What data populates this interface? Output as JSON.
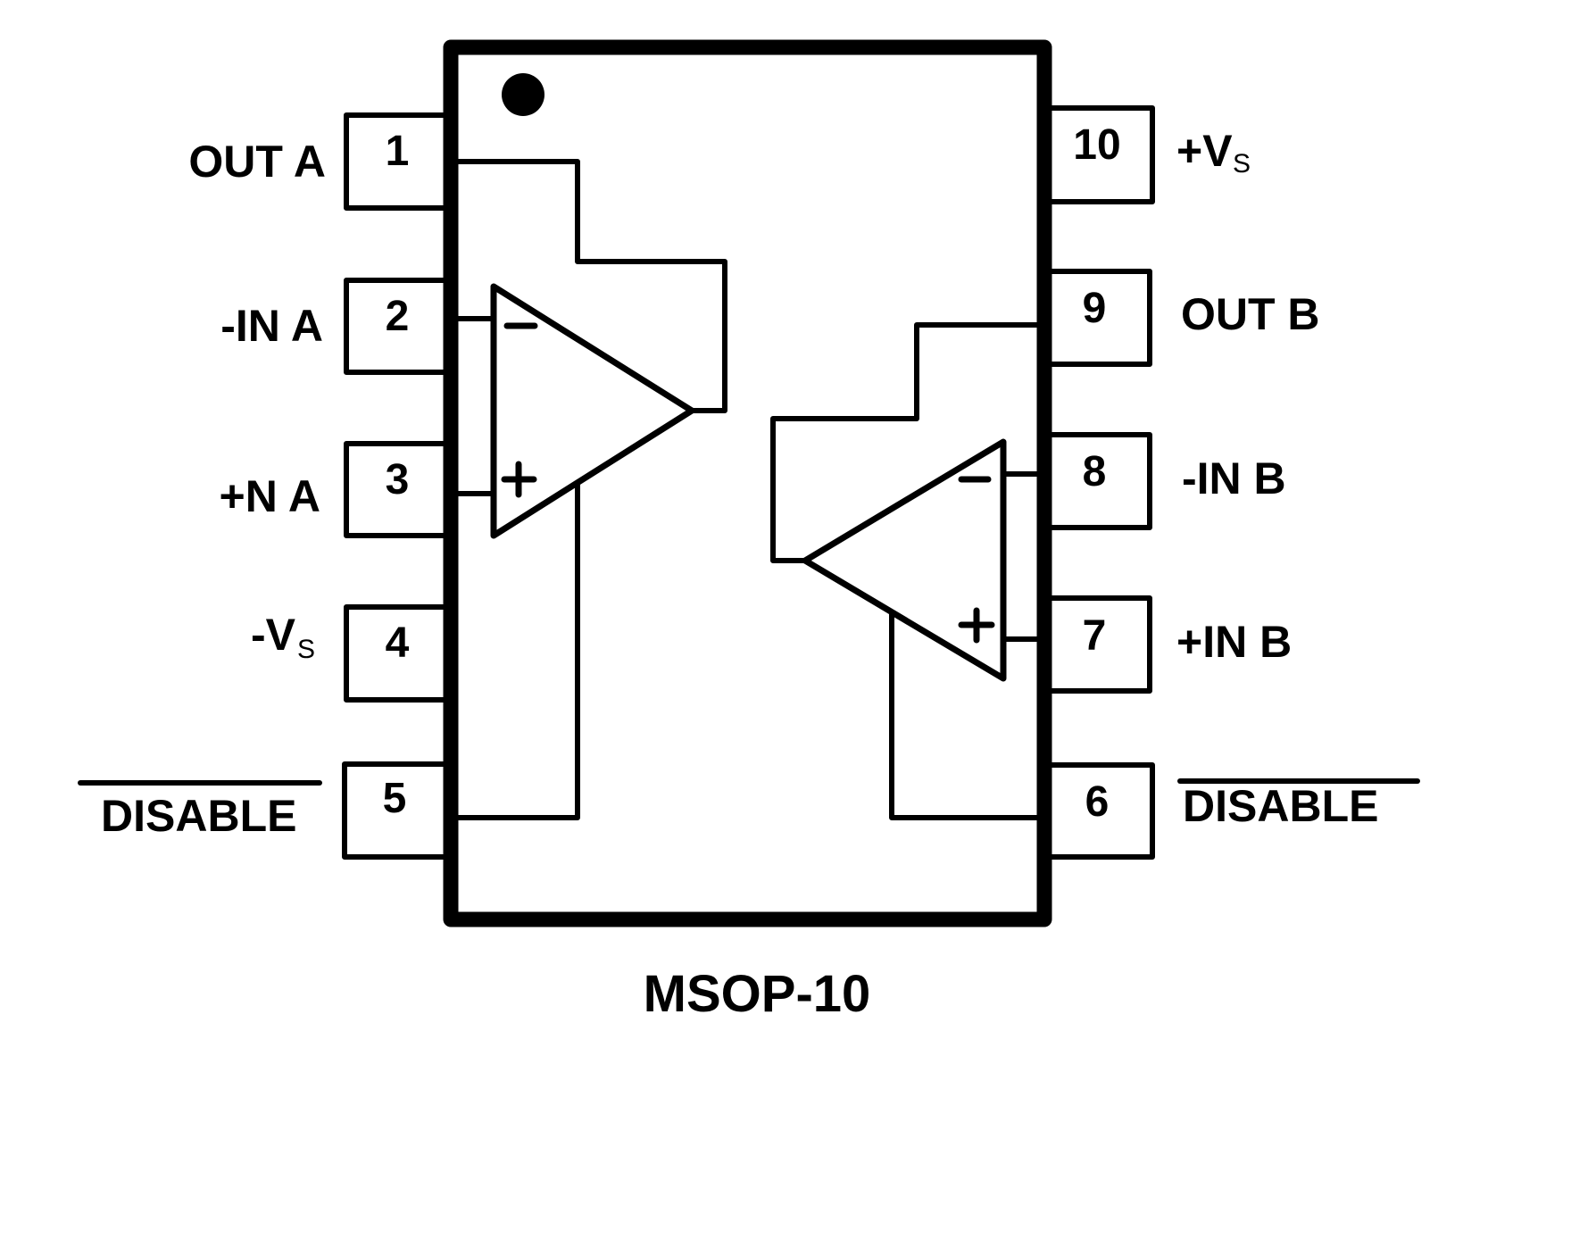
{
  "package": {
    "name": "MSOP-10",
    "pin1_marker": "pin-1-dot"
  },
  "pins_left": [
    {
      "number": "1",
      "label": "OUT A",
      "overbar": false
    },
    {
      "number": "2",
      "label": "-IN A",
      "overbar": false
    },
    {
      "number": "3",
      "label": "+N A",
      "overbar": false
    },
    {
      "number": "4",
      "label": "-V",
      "subscript": "S",
      "overbar": false
    },
    {
      "number": "5",
      "label": "DISABLE",
      "overbar": true
    }
  ],
  "pins_right": [
    {
      "number": "10",
      "label": "+V",
      "subscript": "S",
      "overbar": false
    },
    {
      "number": "9",
      "label": "OUT B",
      "overbar": false
    },
    {
      "number": "8",
      "label": "-IN B",
      "overbar": false
    },
    {
      "number": "7",
      "label": "+IN B",
      "overbar": false
    },
    {
      "number": "6",
      "label": "DISABLE",
      "overbar": true
    }
  ],
  "amplifiers": [
    {
      "name": "A",
      "inverting_symbol": "−",
      "noninverting_symbol": "+"
    },
    {
      "name": "B",
      "inverting_symbol": "−",
      "noninverting_symbol": "+"
    }
  ]
}
